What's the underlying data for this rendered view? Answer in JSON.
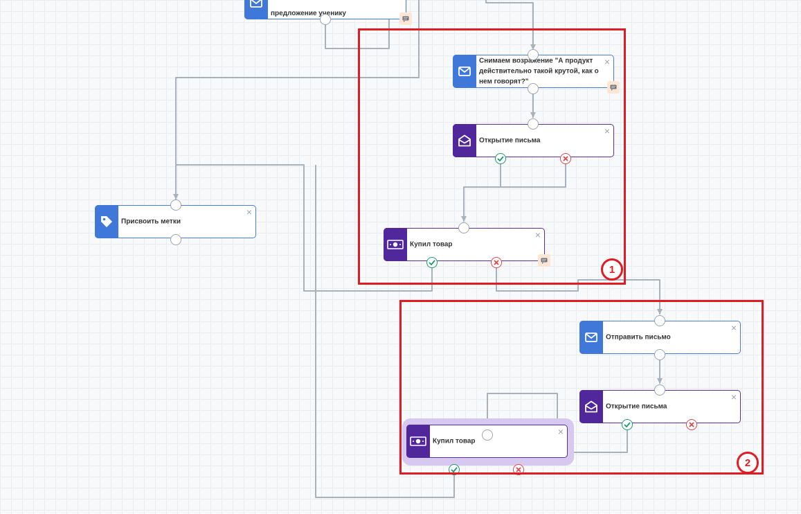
{
  "nodes": {
    "offer_email": {
      "label_visible": "предложение ученику"
    },
    "objection_email": {
      "label": "Снимаем возражение \"А продукт действительно такой крутой, как о нем говорят?\""
    },
    "open_email_1": {
      "label": "Открытие письма"
    },
    "buy_1": {
      "label": "Купил товар"
    },
    "assign_tags": {
      "label": "Присвоить метки"
    },
    "send_email": {
      "label": "Отправить письмо"
    },
    "open_email_2": {
      "label": "Открытие письма"
    },
    "buy_2": {
      "label": "Купил товар"
    }
  },
  "close_glyph": "×",
  "annotations": {
    "frame_1_number": "1",
    "frame_2_number": "2"
  },
  "colors": {
    "email_icon_bg": "#3f78d8",
    "event_icon_bg": "#51279c",
    "annotation_red": "#e11b23",
    "success_green": "#1a9a6a",
    "fail_red": "#e0444a",
    "comment_bg": "#fde6d3",
    "selection_highlight": "#d6c8ee"
  },
  "icons": [
    "envelope-icon",
    "open-envelope-icon",
    "money-icon",
    "tag-icon",
    "comment-icon",
    "check-icon",
    "cross-icon",
    "close-icon"
  ]
}
